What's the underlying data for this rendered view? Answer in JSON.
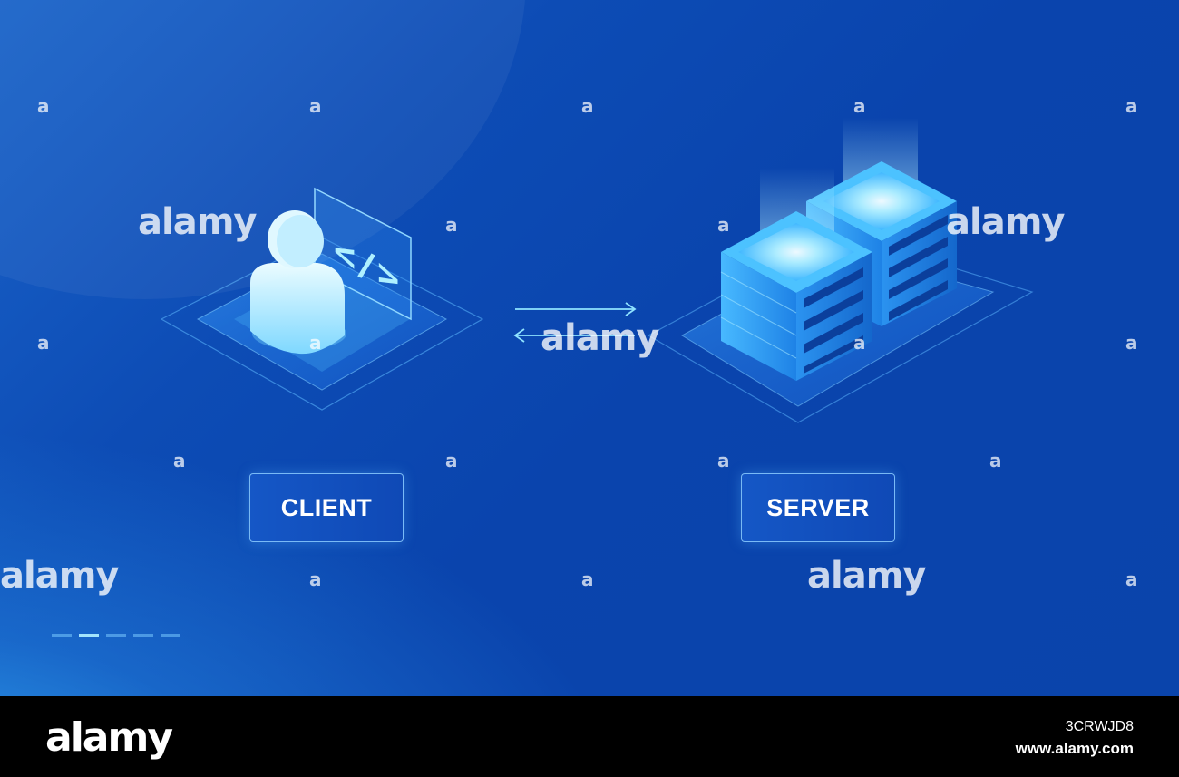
{
  "labels": {
    "client": "CLIENT",
    "server": "SERVER"
  },
  "icons": {
    "code_symbol": "</>",
    "client_icon": "user-icon",
    "server_icon": "server-rack-icon",
    "arrows": "bidirectional-arrows"
  },
  "watermark": {
    "brand": "alamy",
    "mark": "a"
  },
  "footer": {
    "logo": "alamy",
    "image_id": "3CRWJD8",
    "url": "www.alamy.com"
  },
  "colors": {
    "background": "#0c49b2",
    "glow": "#6ad8ff",
    "label_border": "#8ccdff"
  }
}
